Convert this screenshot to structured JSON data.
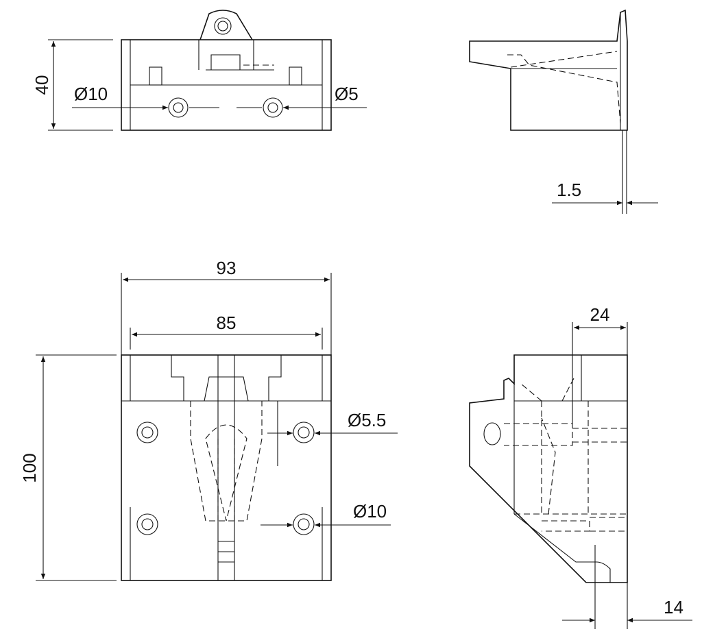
{
  "views": {
    "front_top": {
      "height_dim": "40",
      "left_hole_dim": "Ø10",
      "right_hole_dim": "Ø5"
    },
    "side_top": {
      "thickness_dim": "1.5"
    },
    "front_bottom": {
      "overall_width_dim": "93",
      "inner_width_dim": "85",
      "height_dim": "100",
      "upper_hole_dim": "Ø5.5",
      "lower_hole_dim": "Ø10"
    },
    "side_bottom": {
      "top_offset_dim": "24",
      "bottom_offset_dim": "14"
    }
  },
  "colors": {
    "line": "#111111",
    "background": "#ffffff"
  }
}
